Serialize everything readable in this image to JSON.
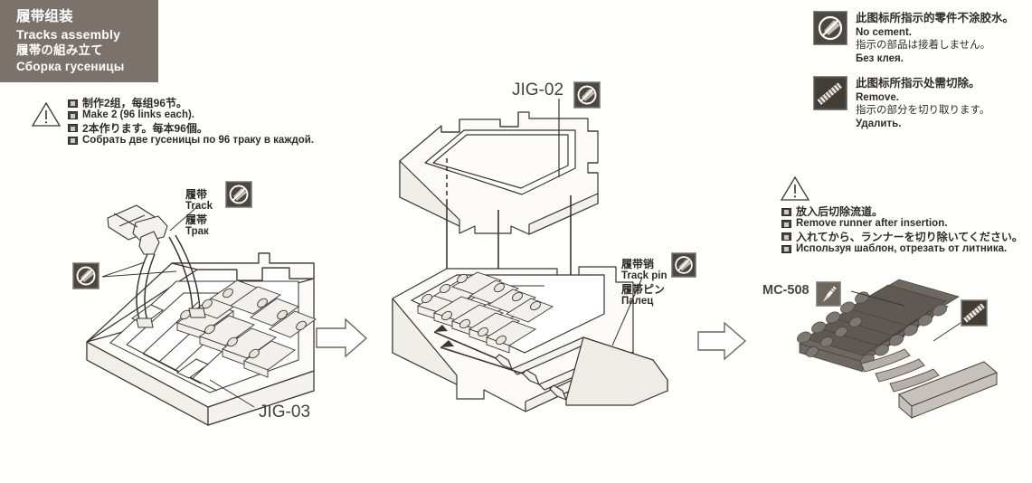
{
  "page": {
    "background": "#fffffd",
    "line_color": "#3a352f",
    "header_bg": "#7b736b"
  },
  "title": {
    "cn": "履带组装",
    "en": "Tracks assembly",
    "jp": "履帯の組み立て",
    "ru": "Сборка гусеницы"
  },
  "note_left": {
    "icon": "warning-triangle-icon",
    "lines": [
      {
        "flag": "flag-cn-icon",
        "text": "制作2组，每组96节。"
      },
      {
        "flag": "flag-en-icon",
        "text": "Make 2 (96 links each)."
      },
      {
        "flag": "flag-jp-icon",
        "text": "2本作ります。每本96個。"
      },
      {
        "flag": "flag-ru-icon",
        "text": "Собрать две гусеницы по 96 траку в каждой."
      }
    ]
  },
  "note_right": {
    "icon": "warning-triangle-icon",
    "lines": [
      {
        "flag": "flag-cn-icon",
        "text": "放入后切除流道。"
      },
      {
        "flag": "flag-en-icon",
        "text": "Remove runner after insertion."
      },
      {
        "flag": "flag-jp-icon",
        "text": "入れてから、ランナーを切り除いてください。"
      },
      {
        "flag": "flag-ru-icon",
        "text": "Используя шаблон, отрезать от литника."
      }
    ]
  },
  "legend": [
    {
      "icon": "no-cement-icon",
      "cn": "此图标所指示的零件不涂胶水。",
      "en": "No cement.",
      "jp": "指示の部品は接着しません。",
      "ru": "Без клея."
    },
    {
      "icon": "remove-file-icon",
      "cn": "此图标所指示处需切除。",
      "en": "Remove.",
      "jp": "指示の部分を切り取ります。",
      "ru": "Удалить."
    }
  ],
  "labels": {
    "track": {
      "cn": "履带",
      "en": "Track",
      "jp": "履帯",
      "ru": "Трак"
    },
    "track_pin": {
      "cn": "履带销",
      "en": "Track pin",
      "jp": "履帯ピン",
      "ru": "Палец"
    },
    "jig03": "JIG-03",
    "jig02": "JIG-02",
    "mc508": "MC-508"
  },
  "icons": {
    "no_cement": "no-cement-icon",
    "remove": "remove-file-icon",
    "knife": "hobby-knife-icon",
    "arrow": "arrow-right-icon"
  }
}
